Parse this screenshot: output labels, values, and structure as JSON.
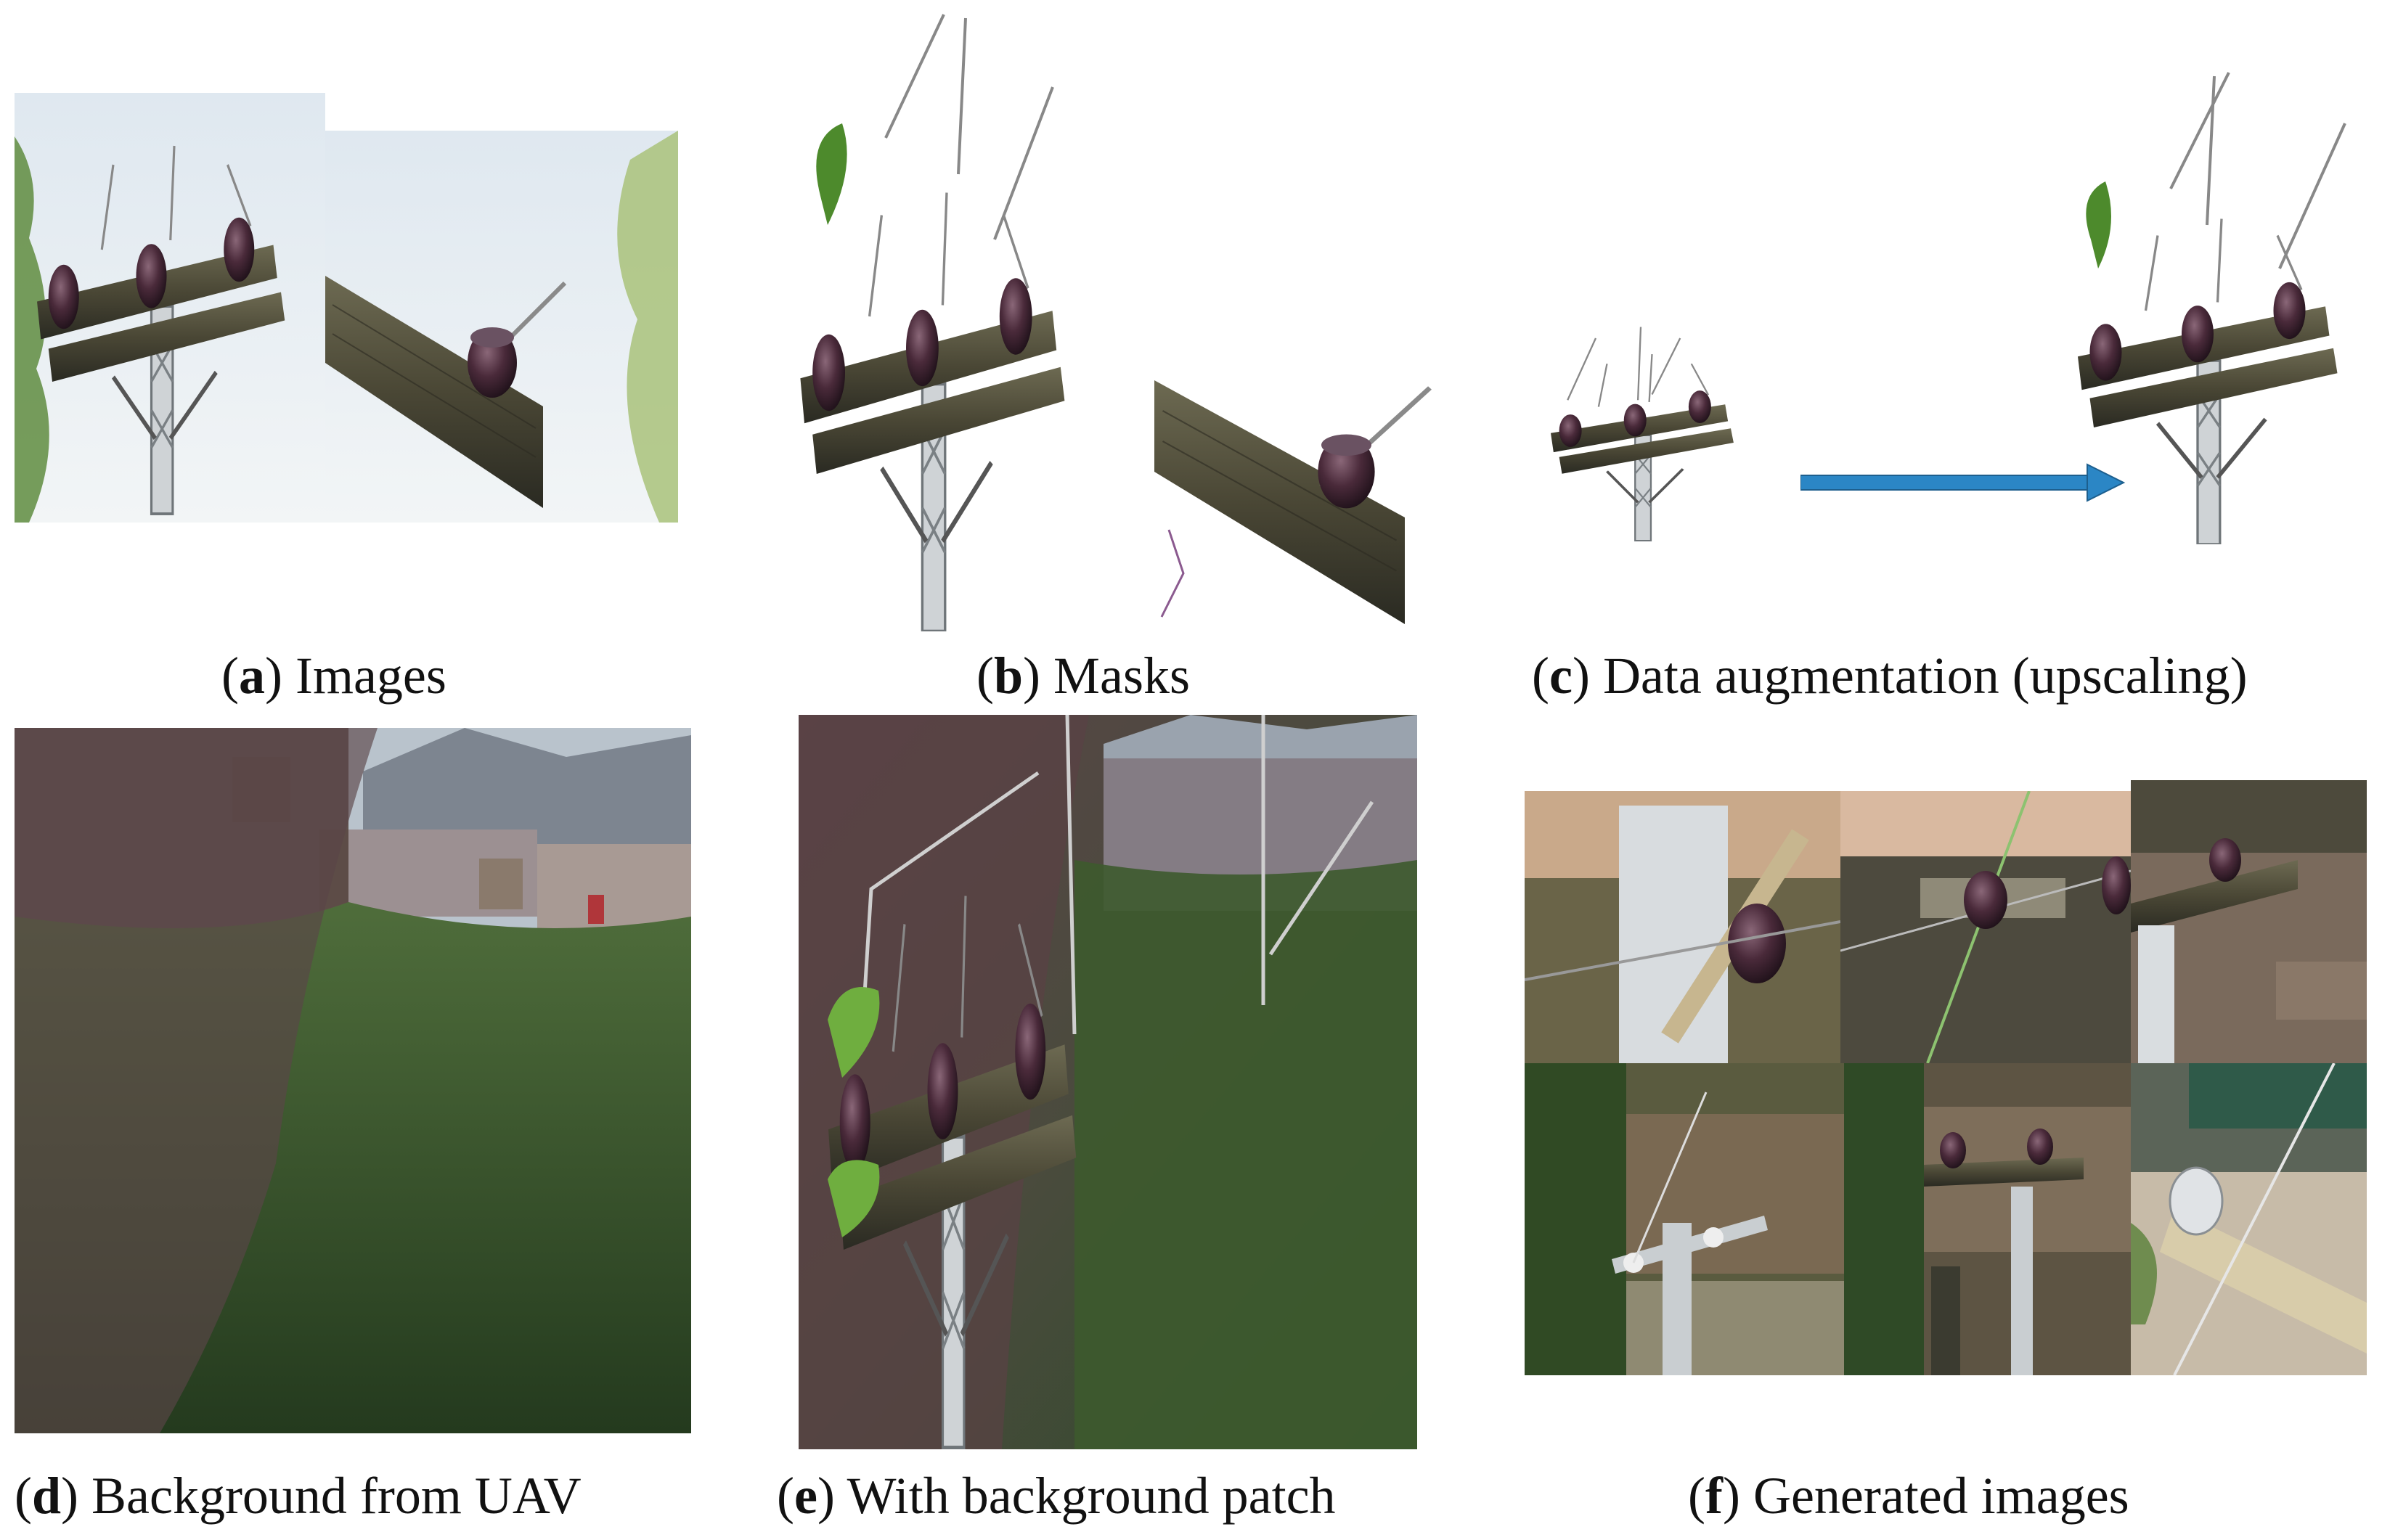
{
  "captions": {
    "a": {
      "letter": "a",
      "text": " Images"
    },
    "b": {
      "letter": "b",
      "text": " Masks"
    },
    "c": {
      "letter": "c",
      "text": " Data augmentation (upscaling)"
    },
    "d": {
      "letter": "d",
      "text": " Background from UAV"
    },
    "e": {
      "letter": "e",
      "text": " With background patch"
    },
    "f": {
      "letter": "f",
      "text": " Generated images"
    }
  },
  "colors": {
    "sky": "#e9f0f4",
    "wood": "#4b4a3a",
    "insulator": "#3b2330",
    "foliage": "#3f6a2f",
    "dusk_foliage": "#4d3d3e",
    "arrow": "#2b86c5"
  }
}
